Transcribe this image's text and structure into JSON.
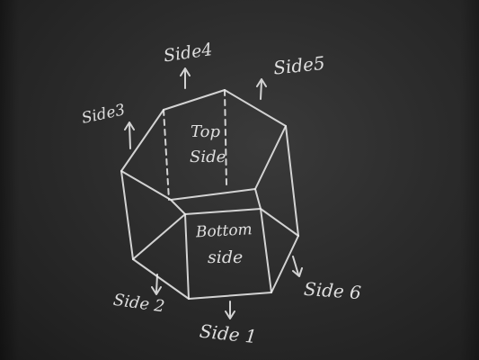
{
  "diagram": {
    "chalk_color": "#e9e9e9",
    "board_color": "#2c2c2c",
    "labels": {
      "side1": "Side 1",
      "side2": "Side 2",
      "side3": "Side3",
      "side4": "Side4",
      "side5": "Side5",
      "side6": "Side 6",
      "top_line1": "Top",
      "top_line2": "Side",
      "bottom_line1": "Bottom",
      "bottom_line2": "side"
    }
  }
}
